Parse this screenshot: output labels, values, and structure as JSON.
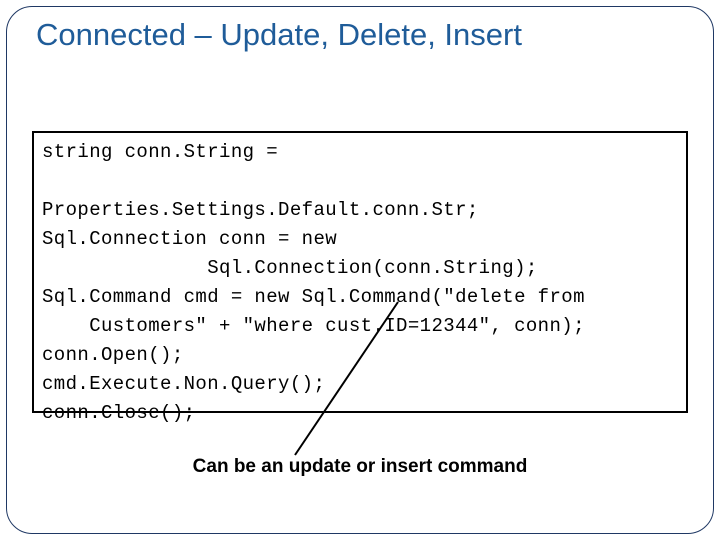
{
  "slide": {
    "title": "Connected – Update, Delete, Insert",
    "title_color": "#1f5c99",
    "code_lines": [
      "string conn.String = ",
      "Properties.Settings.Default.conn.Str;",
      "Sql.Connection conn = new",
      "              Sql.Connection(conn.String);",
      "Sql.Command cmd = new Sql.Command(\"delete from",
      "    Customers\" + \"where cust.ID=12344\", conn);",
      "conn.Open();",
      "cmd.Execute.Non.Query();",
      "conn.Close();"
    ],
    "caption": "Can be an update or insert command"
  }
}
